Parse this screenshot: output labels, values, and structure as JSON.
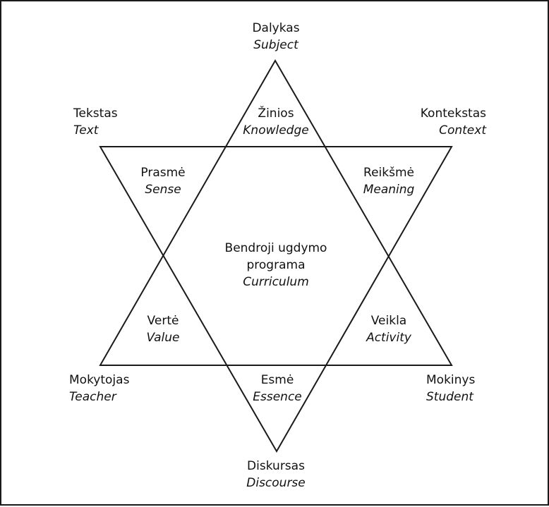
{
  "colors": {
    "line": "#1a1a1a",
    "text": "#111111",
    "background": "#ffffff"
  },
  "outer": {
    "top": {
      "lt": "Dalykas",
      "en": "Subject"
    },
    "upper_left": {
      "lt": "Tekstas",
      "en": "Text"
    },
    "upper_right": {
      "lt": "Kontekstas",
      "en": "Context"
    },
    "lower_left": {
      "lt": "Mokytojas",
      "en": "Teacher"
    },
    "lower_right": {
      "lt": "Mokinys",
      "en": "Student"
    },
    "bottom": {
      "lt": "Diskursas",
      "en": "Discourse"
    }
  },
  "inner": {
    "top": {
      "lt": "Žinios",
      "en": "Knowledge"
    },
    "upper_left": {
      "lt": "Prasmė",
      "en": "Sense"
    },
    "upper_right": {
      "lt": "Reikšmė",
      "en": "Meaning"
    },
    "lower_left": {
      "lt": "Vertė",
      "en": "Value"
    },
    "lower_right": {
      "lt": "Veikla",
      "en": "Activity"
    },
    "bottom": {
      "lt": "Esmė",
      "en": "Essence"
    }
  },
  "center": {
    "line1": "Bendroji ugdymo",
    "line2": "programa",
    "en": "Curriculum"
  }
}
